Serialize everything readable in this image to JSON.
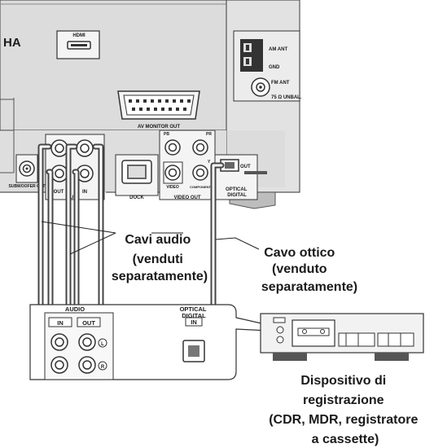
{
  "unit_panel": {
    "brand_partial": "HA",
    "hdmi_label": "HDMI",
    "am_ant_label": "AM ANT",
    "gnd_label": "GND",
    "fm_ant_label": "FM ANT",
    "fm_impedance": "75 Ω UNBAL.",
    "av_monitor_out_label": "AV MONITOR OUT",
    "subwoofer_out_label": "SUBWOOFER OUT",
    "aux_out_label": "OUT",
    "aux_in_label": "IN",
    "aux_label": "AUX",
    "dock_label": "DOCK",
    "pb_label": "PB",
    "pr_label": "PR",
    "y_label": "Y",
    "video_label": "VIDEO",
    "component_label": "COMPONENT",
    "video_out_label": "VIDEO OUT",
    "optical_out_label": "OUT",
    "optical_digital_label": "OPTICAL DIGITAL"
  },
  "recorder_panel": {
    "audio_label": "AUDIO",
    "in_label": "IN",
    "out_label": "OUT",
    "left_marker": "L",
    "right_marker": "R",
    "optical_digital_label": "OPTICAL DIGITAL",
    "optical_in_label": "IN"
  },
  "callouts": {
    "audio_cables": [
      "Cavi audio",
      "(venduti",
      "separatamente)"
    ],
    "optical_cable": [
      "Cavo ottico",
      "(venduto",
      "separatamente)"
    ],
    "recording_device": [
      "Dispositivo di",
      "registrazione",
      "(CDR, MDR, registratore",
      "a cassette)"
    ]
  }
}
